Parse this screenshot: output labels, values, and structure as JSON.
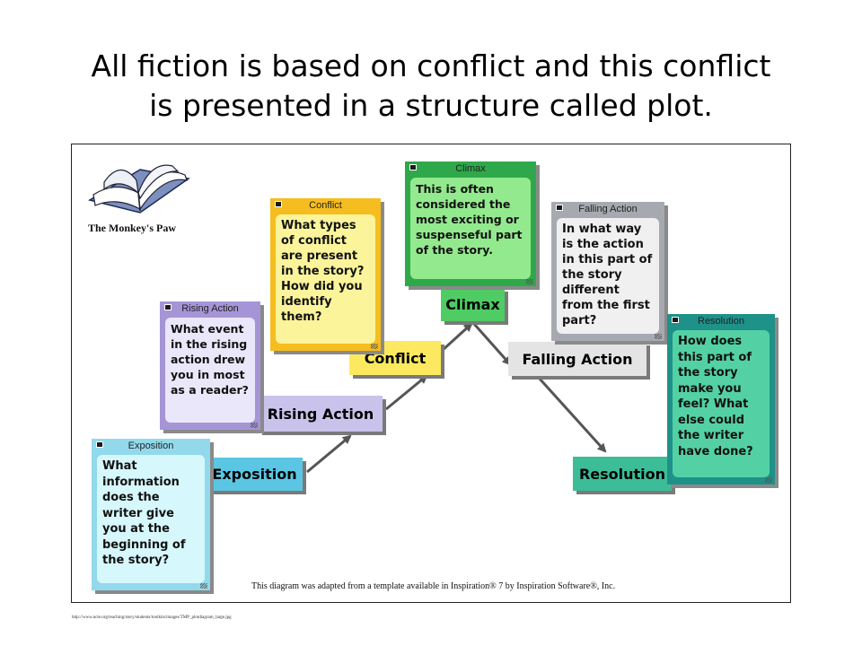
{
  "title": {
    "line1": "All fiction is based on conflict and this conflict",
    "line2": "is presented in a structure called plot."
  },
  "diagram": {
    "book_caption": "The Monkey's Paw",
    "book_icon": "open-book-icon",
    "stages": {
      "exposition": "Exposition",
      "rising_action": "Rising Action",
      "conflict": "Conflict",
      "climax": "Climax",
      "falling_action": "Falling Action",
      "resolution": "Resolution"
    },
    "notes": {
      "exposition": {
        "title": "Exposition",
        "text": "What information does the writer give you at the beginning of the story?"
      },
      "rising_action": {
        "title": "Rising Action",
        "text": "What event in the rising action drew you in most as a reader?"
      },
      "conflict": {
        "title": "Conflict",
        "text": "What types of conflict are present in the story? How did you identify them?"
      },
      "climax": {
        "title": "Climax",
        "text": "This is often considered the most exciting or suspenseful part of the story."
      },
      "falling_action": {
        "title": "Falling Action",
        "text": "In what way is the action in this part of the story different from the first part?"
      },
      "resolution": {
        "title": "Resolution",
        "text": "How does this part of the story make you feel? What else could the writer have done?"
      }
    },
    "credit": "This diagram was adapted from a template available in Inspiration® 7 by Inspiration Software®, Inc."
  },
  "source_url": "http://www.ncte.org/teaching/story/students/toolkits/images/TMP_plotdiagram_large.jpg",
  "colors": {
    "exposition": "#5bc6e3",
    "rising_action": "#c9c3ec",
    "conflict": "#fde95f",
    "climax": "#4fcc63",
    "falling_action": "#e4e4e4",
    "resolution": "#3cbd98"
  }
}
